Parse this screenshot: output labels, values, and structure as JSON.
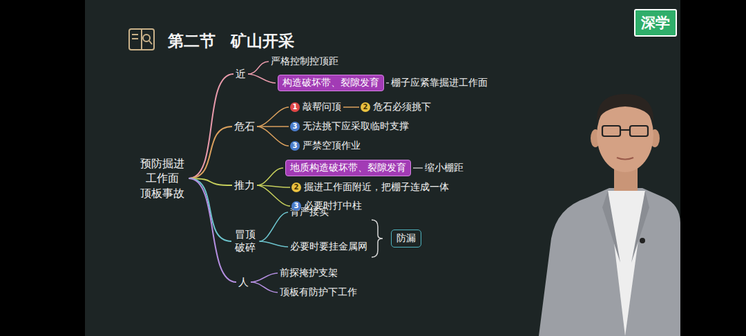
{
  "diagram": {
    "title": "第二节 矿山开采",
    "nodes": [
      {
        "text": [
          "预防掘进 工作面 顶板事故"
        ]
      },
      {
        "text": [
          "近"
        ]
      },
      {
        "text": [
          "严格控制控顶距"
        ]
      },
      {
        "text": [
          "构造破坏带、裂隙发育"
        ]
      },
      {
        "text": [
          "棚子应紧靠掘进工作面"
        ]
      },
      {
        "text": [
          "危石"
        ]
      },
      {
        "text": [
          "敲帮问顶"
        ]
      },
      {
        "text": [
          "危石必须挑下"
        ]
      },
      {
        "text": [
          "无法挑下应采取临时支撑"
        ]
      },
      {
        "text": [
          "严禁空顶作业"
        ]
      },
      {
        "text": [
          "推力"
        ]
      },
      {
        "text": [
          "地质构造破坏带、裂隙发育"
        ]
      },
      {
        "text": [
          "缩小棚距"
        ]
      },
      {
        "text": [
          "掘进工作面附近，把棚子连成一体"
        ]
      },
      {
        "text": [
          "必要时打中柱"
        ]
      },
      {
        "text": [
          "冒顶 破碎"
        ]
      },
      {
        "text": [
          "背严接实"
        ]
      },
      {
        "text": [
          "必要时要挂金属网"
        ]
      },
      {
        "text": [
          "防漏"
        ]
      },
      {
        "text": [
          "人"
        ]
      },
      {
        "text": [
          "前探掩护支架"
        ]
      },
      {
        "text": [
          "顶板有防护下工作"
        ]
      }
    ],
    "edges": [
      {
        "from": 0,
        "to": 1,
        "arrow": "none"
      },
      {
        "from": 0,
        "to": 5,
        "arrow": "none"
      },
      {
        "from": 0,
        "to": 10,
        "arrow": "none"
      },
      {
        "from": 0,
        "to": 15,
        "arrow": "none"
      },
      {
        "from": 0,
        "to": 19,
        "arrow": "none"
      },
      {
        "from": 1,
        "to": 2,
        "arrow": "none"
      },
      {
        "from": 1,
        "to": 3,
        "arrow": "none"
      },
      {
        "from": 3,
        "to": 4,
        "arrow": "none"
      },
      {
        "from": 5,
        "to": 6,
        "arrow": "none"
      },
      {
        "from": 6,
        "to": 7,
        "arrow": "none"
      },
      {
        "from": 5,
        "to": 8,
        "arrow": "none"
      },
      {
        "from": 5,
        "to": 9,
        "arrow": "none"
      },
      {
        "from": 10,
        "to": 11,
        "arrow": "none"
      },
      {
        "from": 11,
        "to": 12,
        "arrow": "none"
      },
      {
        "from": 10,
        "to": 13,
        "arrow": "none"
      },
      {
        "from": 10,
        "to": 14,
        "arrow": "none"
      },
      {
        "from": 15,
        "to": 16,
        "arrow": "none"
      },
      {
        "from": 15,
        "to": 17,
        "arrow": "none"
      },
      {
        "from": 19,
        "to": 20,
        "arrow": "none"
      },
      {
        "from": 19,
        "to": 21,
        "arrow": "none"
      }
    ],
    "labels": [
      "1",
      "2",
      "3",
      "3",
      "2",
      "3",
      "深学"
    ]
  }
}
